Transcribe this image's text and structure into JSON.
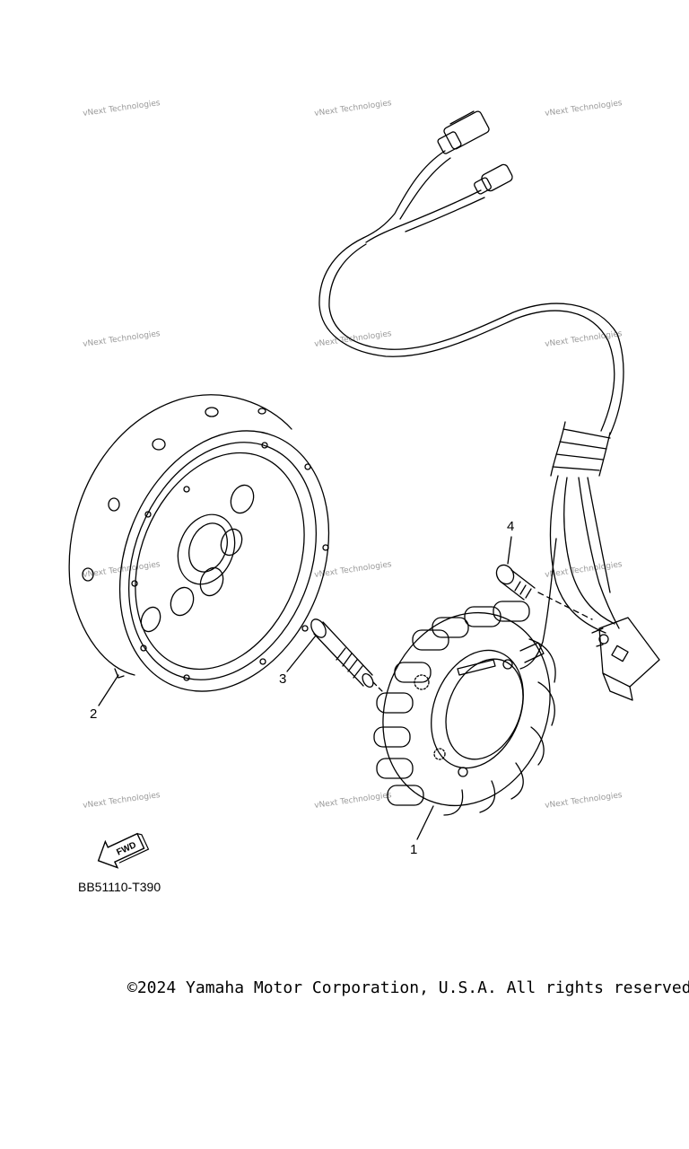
{
  "watermark_text": "vNext Technologies",
  "callouts": {
    "one": "1",
    "two": "2",
    "three": "3",
    "four": "4"
  },
  "fwd_label": "FWD",
  "diagram_code": "BB51110-T390",
  "copyright": "©2024 Yamaha Motor Corporation, U.S.A. All rights reserved."
}
